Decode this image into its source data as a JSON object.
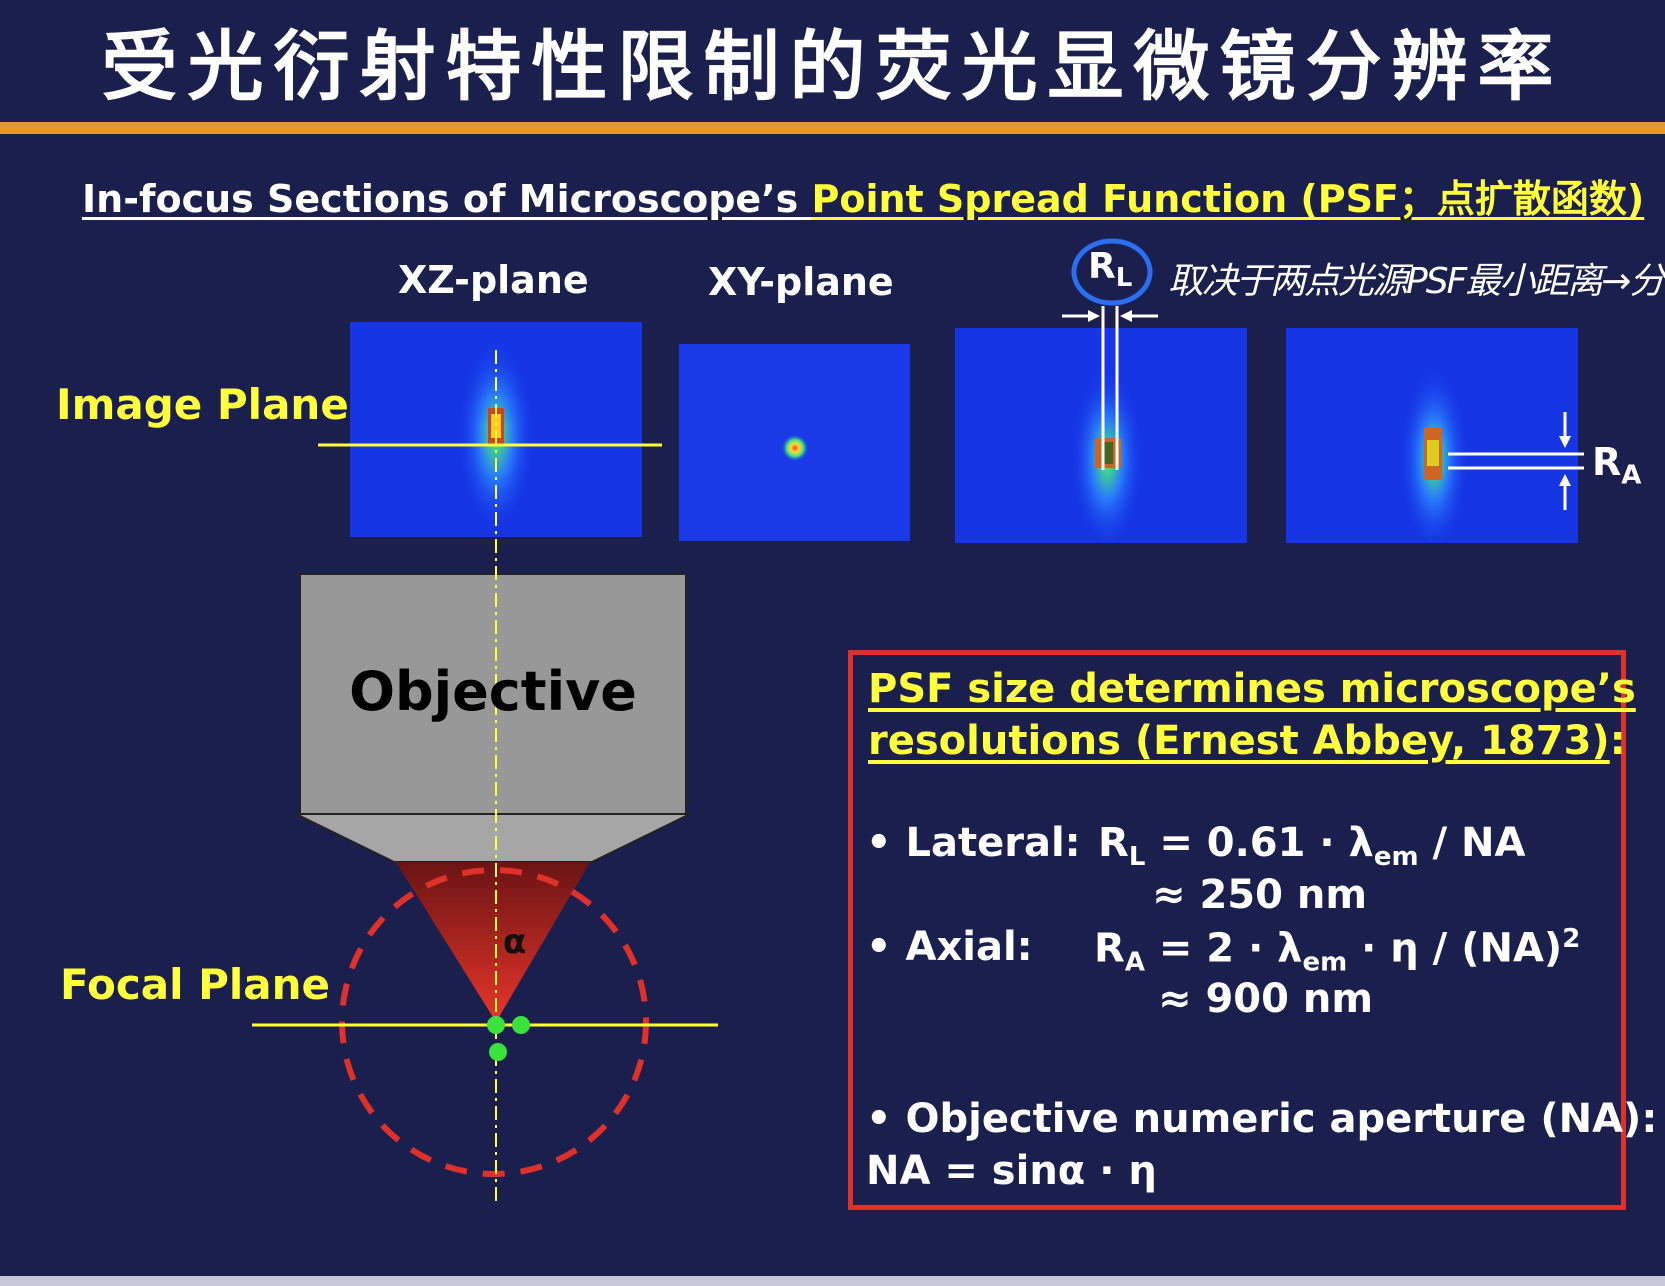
{
  "title": "受光衍射特性限制的荧光显微镜分辨率",
  "subtitle": {
    "part1": "In-focus Sections of Microscope’s ",
    "part2": "Point Spread Function (PSF；点扩散函数)"
  },
  "planes": {
    "xz": "XZ-plane",
    "xy": "XY-plane",
    "rl_main": "R",
    "rl_sub": "L",
    "ra_main": "R",
    "ra_sub": "A"
  },
  "handwritten_note": "取决于两点光源PSF最小距离→分辨率",
  "image_plane_label": "Image Plane",
  "focal_plane_label": "Focal Plane",
  "objective_label": "Objective",
  "alpha_label": "α",
  "info": {
    "heading_line1": "PSF size determines microscope’s",
    "heading_line2": "resolutions (Ernest Abbey, 1873)",
    "colon": ":",
    "lateral_label": "• Lateral:",
    "lateral_r": "R",
    "lateral_sub": "L",
    "lateral_eq1": " = 0.61 · λ",
    "lateral_em": "em",
    "lateral_eq2": " / NA",
    "lateral_approx": "≈ 250 nm",
    "axial_label": "• Axial:",
    "axial_r": "R",
    "axial_sub": "A",
    "axial_eq1": " = 2 · λ",
    "axial_em": "em",
    "axial_eq2": " · η / (NA)",
    "axial_sup": "2",
    "axial_approx": "≈ 900 nm",
    "na_line1": "• Objective numeric aperture (NA):",
    "na_line2": "NA = sinα · η"
  },
  "colors": {
    "background": "#1b1f4e",
    "accent_orange": "#e8962e",
    "highlight_yellow": "#ffff3c",
    "box_red": "#e0302a",
    "psf_blue": "#1636e6",
    "green_dot": "#39e33c"
  }
}
